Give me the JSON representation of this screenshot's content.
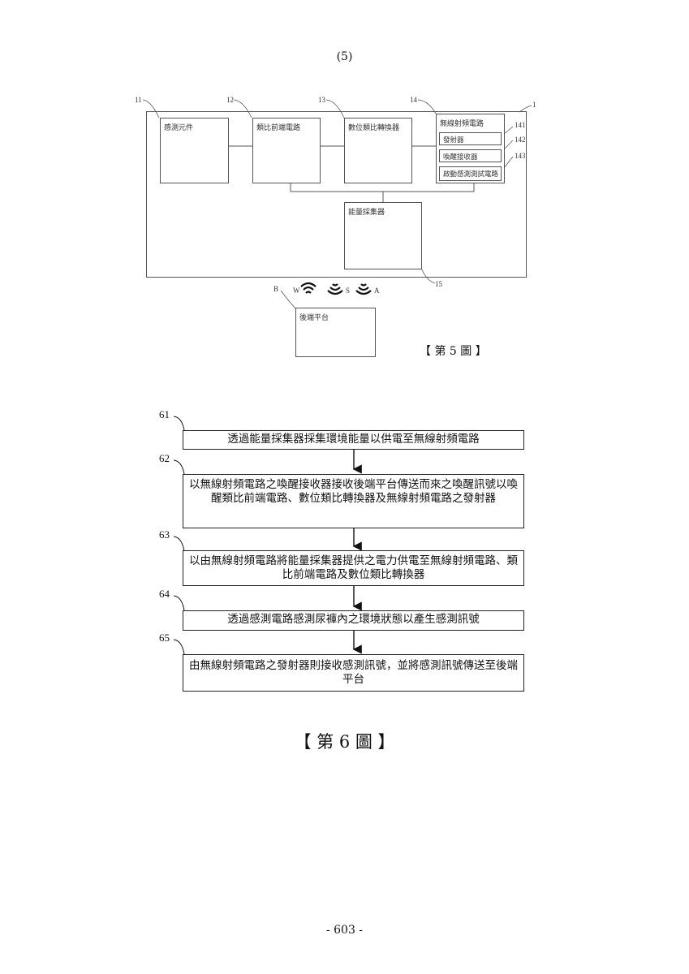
{
  "page": {
    "header_number": "(5)",
    "footer_number": "- 603 -"
  },
  "figure5": {
    "caption": "【 第 5 圖 】",
    "refs": {
      "device": "1",
      "sensor": "11",
      "analog_front_end": "12",
      "adc": "13",
      "rf_circuit": "14",
      "transmitter": "141",
      "wakeup_receiver": "142",
      "start_sensing_circuit": "143",
      "energy_harvester": "15",
      "backend": "B"
    },
    "blocks": {
      "sensor": "感測元件",
      "analog_front_end": "類比前端電路",
      "adc": "數位類比轉換器",
      "rf_circuit": "無線射頻電路",
      "transmitter": "發射器",
      "wakeup_receiver": "喚醒接收器",
      "start_sensing_circuit": "啟動感測測試電路",
      "energy_harvester": "能量採集器",
      "backend": "後端平台"
    },
    "signal_labels": {
      "w": "W",
      "s": "S",
      "a": "A"
    }
  },
  "figure6": {
    "caption": "【 第 6 圖 】",
    "steps": [
      {
        "ref": "61",
        "text": "透過能量採集器採集環境能量以供電至無線射頻電路"
      },
      {
        "ref": "62",
        "text": "以無線射頻電路之喚醒接收器接收後端平台傳送而來之喚醒訊號以喚醒類比前端電路、數位類比轉換器及無線射頻電路之發射器"
      },
      {
        "ref": "63",
        "text": "以由無線射頻電路將能量採集器提供之電力供電至無線射頻電路、類比前端電路及數位類比轉換器"
      },
      {
        "ref": "64",
        "text": "透過感測電路感測尿褲內之環境狀態以產生感測訊號"
      },
      {
        "ref": "65",
        "text": "由無線射頻電路之發射器則接收感測訊號，並將感測訊號傳送至後端平台"
      }
    ]
  }
}
